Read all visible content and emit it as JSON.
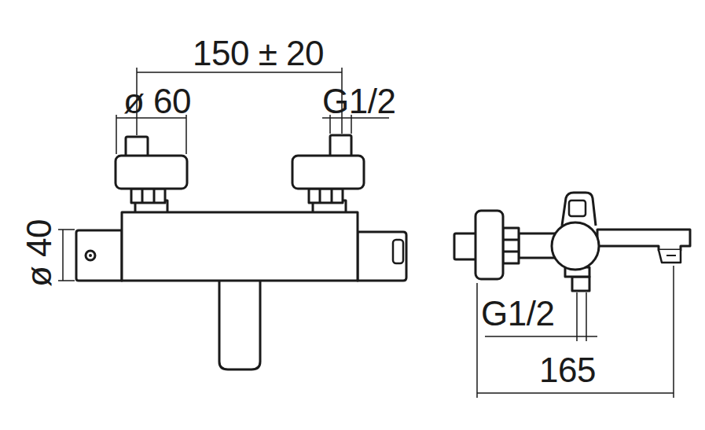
{
  "diagram": {
    "labels": [
      "150 ± 20",
      "ø 60",
      "G1/2",
      "ø 40",
      "G1/2",
      "165"
    ]
  }
}
